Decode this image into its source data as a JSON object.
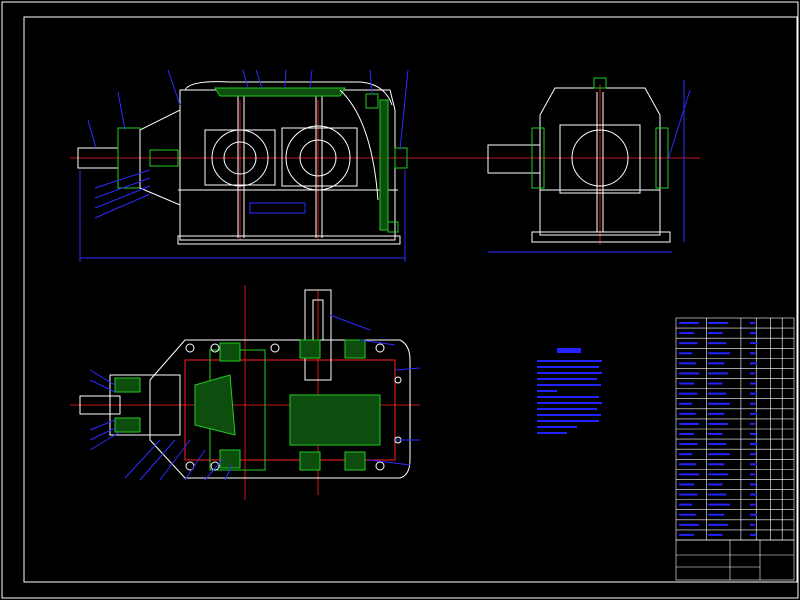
{
  "drawing": {
    "background": "#000000",
    "frame_color": "#ffffff",
    "outline_color": "#ffffff",
    "hatch_color": "#22cc22",
    "centerline_color": "#ff2020",
    "dimension_color": "#2b2bff",
    "annotation_color": "#3a3aff"
  },
  "views": {
    "front": "front-view",
    "side": "side-view",
    "plan": "plan-section-view"
  },
  "notes": {
    "title": "",
    "lines": []
  },
  "title_block": {
    "rows": 22,
    "columns": 8
  }
}
